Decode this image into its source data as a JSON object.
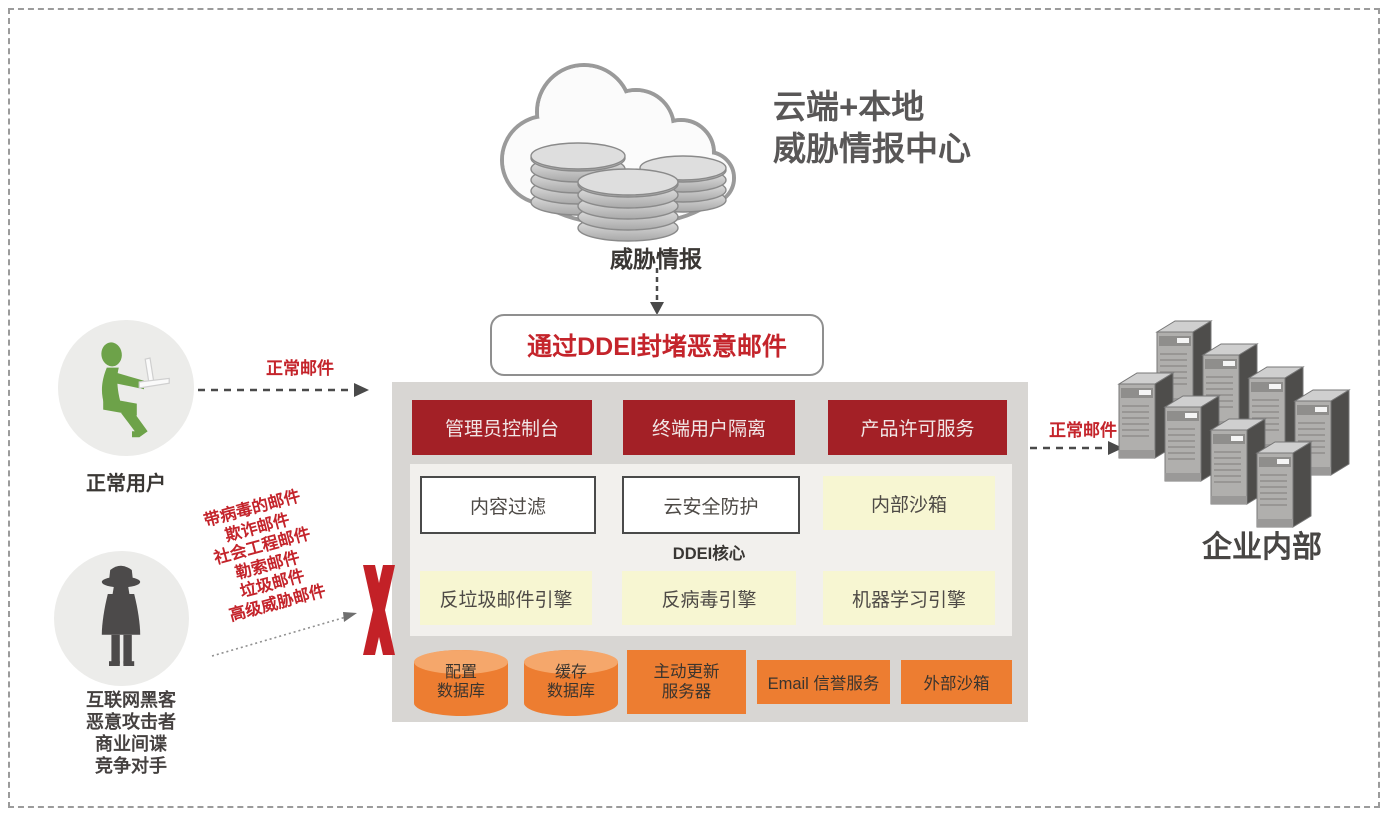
{
  "cloud": {
    "title_line1": "云端+本地",
    "title_line2": "威胁情报中心",
    "caption": "威胁情报"
  },
  "banner": {
    "label": "通过DDEI封堵恶意邮件"
  },
  "normal_user": {
    "label": "正常用户",
    "mail_label": "正常邮件"
  },
  "attacker": {
    "identity_lines": [
      "互联网黑客",
      "恶意攻击者",
      "商业间谍",
      "竞争对手"
    ],
    "threat_mails": [
      "带病毒的邮件",
      "欺诈邮件",
      "社会工程邮件",
      "勒索邮件",
      "垃圾邮件",
      "高级威胁邮件"
    ]
  },
  "ddei": {
    "top_services": [
      "管理员控制台",
      "终端用户隔离",
      "产品许可服务"
    ],
    "core_modules": [
      "内容过滤",
      "云安全防护",
      "内部沙箱"
    ],
    "core_label": "DDEI核心",
    "engines": [
      "反垃圾邮件引擎",
      "反病毒引擎",
      "机器学习引擎"
    ],
    "bottom_row": {
      "db1_line1": "配置",
      "db1_line2": "数据库",
      "db2_line1": "缓存",
      "db2_line2": "数据库",
      "update_line1": "主动更新",
      "update_line2": "服务器",
      "email_service": "Email 信誉服务",
      "external_sandbox": "外部沙箱"
    }
  },
  "enterprise": {
    "label": "企业内部",
    "mail_label": "正常邮件"
  },
  "colors": {
    "accent_red": "#c4242b",
    "dark_red": "#a32026",
    "orange": "#ed7d31",
    "orange_light": "#f5a76b",
    "light_yellow": "#f7f6d2",
    "panel_gray": "#d8d6d3",
    "inner_panel_gray": "#f2f0ed",
    "green": "#6da249",
    "circle_gray": "#ececea",
    "text_dark_gray": "#595757"
  }
}
